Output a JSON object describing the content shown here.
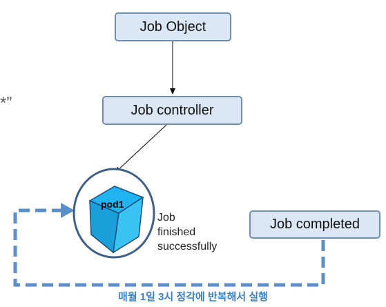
{
  "nodes": {
    "job_object": "Job Object",
    "job_controller": "Job controller",
    "job_completed": "Job completed"
  },
  "pod": {
    "label": "pod1"
  },
  "status": {
    "line1": "Job",
    "line2": "finished",
    "line3": "successfully"
  },
  "fragment": "*”",
  "footer": "매월 1일 3시 정각에 반복해서 실행",
  "colors": {
    "box_fill": "#dbe7f4",
    "box_border": "#6f8fb1",
    "dashed_loop": "#5b8fc9",
    "pod_circle": "#3f5f87",
    "cube_top": "#1fb3ef",
    "cube_front": "#1a9fd9",
    "cube_side": "#38c3f3",
    "footer_text": "#3a7fc1"
  },
  "icons": {
    "pod": "cube-icon"
  }
}
